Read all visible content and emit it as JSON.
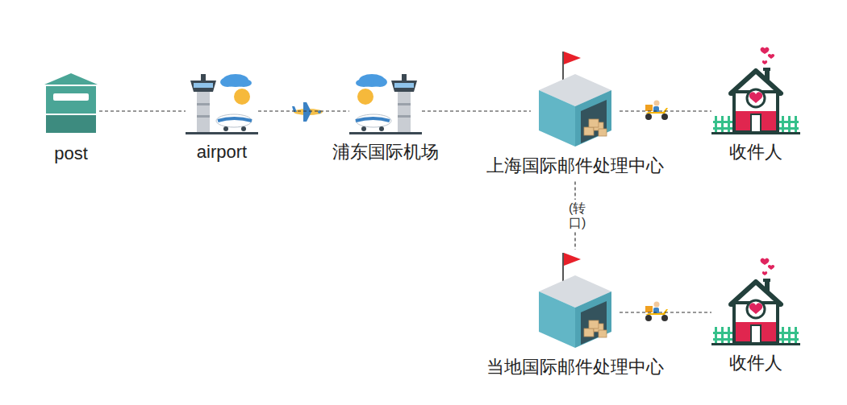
{
  "diagram": {
    "nodes": [
      {
        "text": [
          "post"
        ]
      },
      {
        "text": [
          "airport"
        ]
      },
      {
        "text": [
          "浦东国际机场"
        ]
      },
      {
        "text": [
          "上海国际邮件处理中心"
        ]
      },
      {
        "text": [
          "收件人"
        ]
      },
      {
        "text": [
          "当地国际邮件处理中心"
        ]
      },
      {
        "text": [
          "收件人"
        ]
      }
    ],
    "edges": [
      {
        "from": 0,
        "to": 1,
        "arrow": "none"
      },
      {
        "from": 1,
        "to": 2,
        "arrow": "none"
      },
      {
        "from": 2,
        "to": 3,
        "arrow": "none"
      },
      {
        "from": 3,
        "to": 4,
        "arrow": "none"
      },
      {
        "from": 3,
        "to": 5,
        "label": "(转口)",
        "arrow": "none"
      },
      {
        "from": 5,
        "to": 6,
        "arrow": "none"
      }
    ]
  }
}
